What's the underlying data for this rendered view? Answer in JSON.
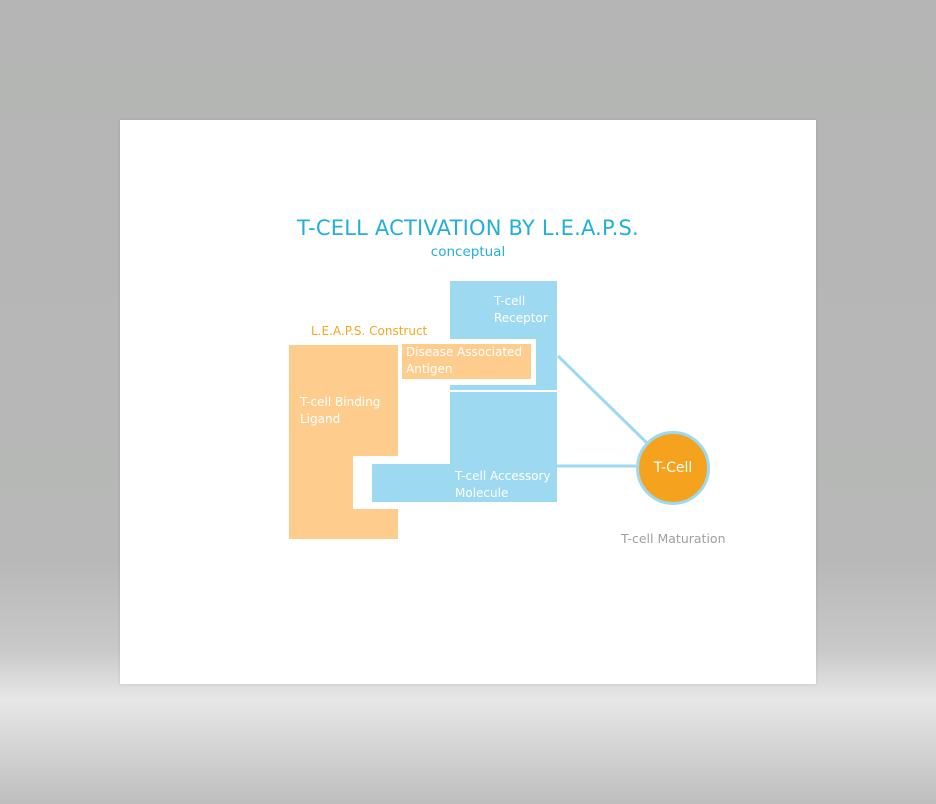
{
  "title": "T-CELL ACTIVATION BY L.E.A.P.S.",
  "subtitle": "conceptual",
  "construct_label": "L.E.A.P.S. Construct",
  "binding_ligand": "T-cell Binding\nLigand",
  "antigen": "Disease Associated\nAntigen",
  "receptor": "T-cell\nReceptor",
  "accessory": "T-cell Accessory\nMolecule",
  "tcell": "T-Cell",
  "maturation": "T-cell Maturation",
  "colors": {
    "accent_blue": "#22b0d8",
    "light_blue": "#9dd9f1",
    "light_orange": "#fecd8e",
    "orange": "#f5a21f",
    "gray_text": "#a0a0a0"
  }
}
